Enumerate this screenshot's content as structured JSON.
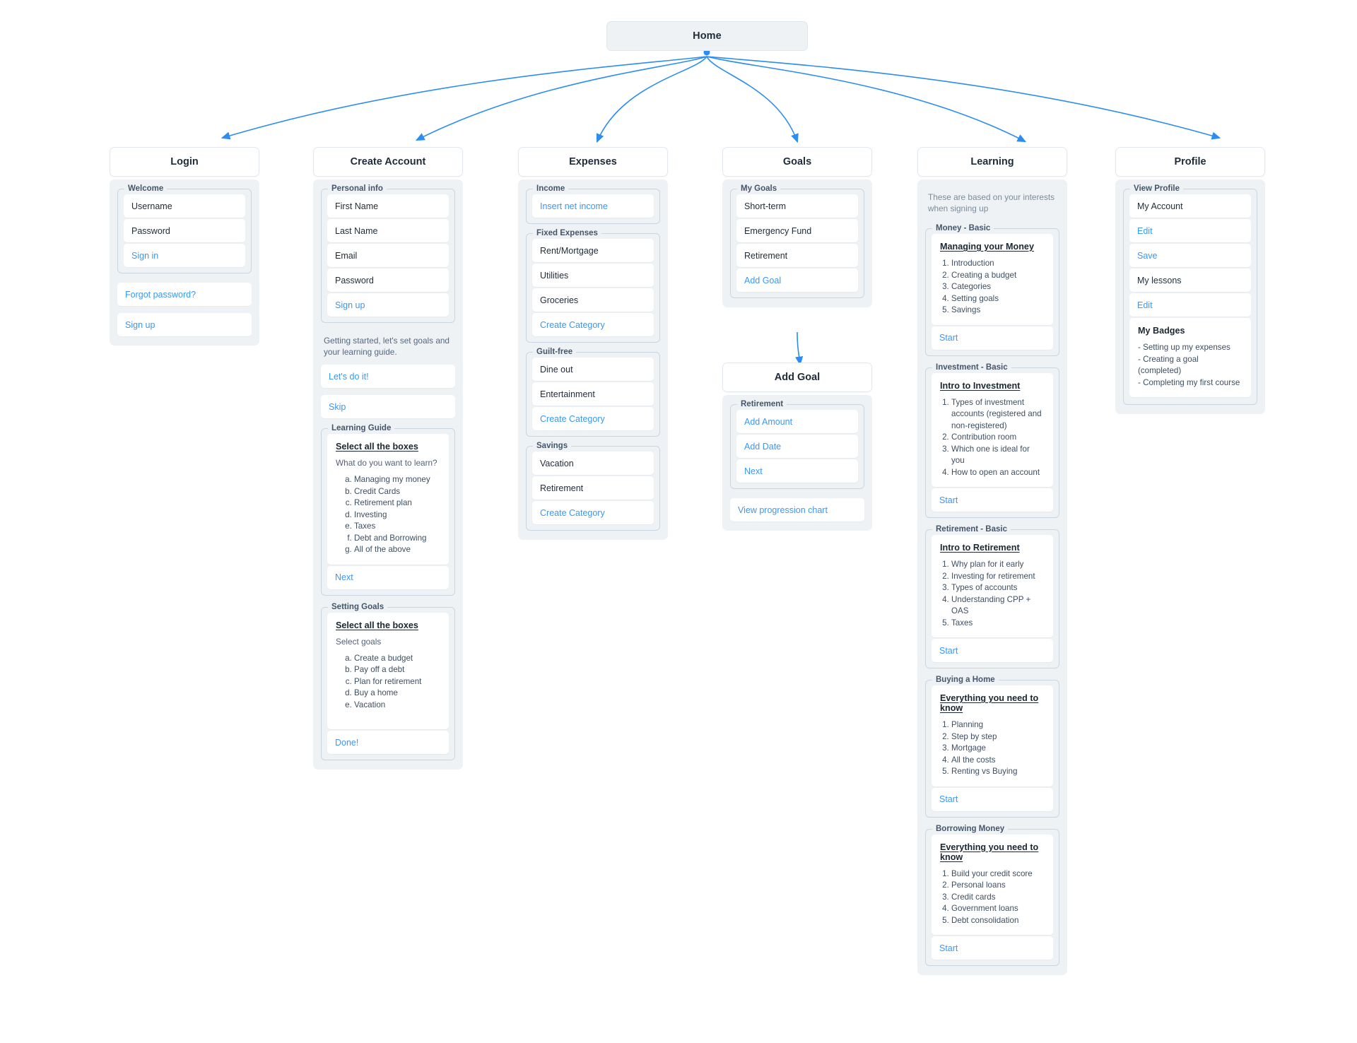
{
  "colors": {
    "link": "#3b97f3",
    "connector": "#2b8df0",
    "panel": "#eef2f5",
    "card": "#ffffff"
  },
  "root": {
    "label": "Home"
  },
  "screens": {
    "login": {
      "title": "Login",
      "welcome_legend": "Welcome",
      "rows": [
        "Username",
        "Password"
      ],
      "sign_in": "Sign in",
      "forgot_password": "Forgot password?",
      "sign_up": "Sign up"
    },
    "create_account": {
      "title": "Create Account",
      "personal_info_legend": "Personal info",
      "fields": [
        "First Name",
        "Last Name",
        "Email",
        "Password"
      ],
      "sign_up": "Sign up",
      "intro_note": "Getting started, let's set goals and your learning guide.",
      "lets_do_it": "Let's do it!",
      "skip": "Skip",
      "learning_guide": {
        "legend": "Learning Guide",
        "heading": "Select all the boxes",
        "question": "What do you want to learn?",
        "options": [
          "Managing my money",
          "Credit Cards",
          "Retirement plan",
          "Investing",
          "Taxes",
          "Debt and Borrowing",
          "All of the above"
        ],
        "next": "Next"
      },
      "setting_goals": {
        "legend": "Setting Goals",
        "heading": "Select all the boxes",
        "question": "Select goals",
        "options": [
          "Create a budget",
          "Pay off a debt",
          "Plan for retirement",
          "Buy a home",
          "Vacation"
        ],
        "done": "Done!"
      }
    },
    "expenses": {
      "title": "Expenses",
      "income": {
        "legend": "Income",
        "insert": "Insert net income"
      },
      "fixed": {
        "legend": "Fixed Expenses",
        "items": [
          "Rent/Mortgage",
          "Utilities",
          "Groceries"
        ],
        "create": "Create Category"
      },
      "guilt_free": {
        "legend": "Guilt-free",
        "items": [
          "Dine out",
          "Entertainment"
        ],
        "create": "Create Category"
      },
      "savings": {
        "legend": "Savings",
        "items": [
          "Vacation",
          "Retirement"
        ],
        "create": "Create Category"
      }
    },
    "goals": {
      "title": "Goals",
      "my_goals": {
        "legend": "My Goals",
        "items": [
          "Short-term",
          "Emergency Fund",
          "Retirement"
        ],
        "add": "Add Goal"
      }
    },
    "add_goal": {
      "title": "Add Goal",
      "retirement": {
        "legend": "Retirement",
        "add_amount": "Add Amount",
        "add_date": "Add Date",
        "next": "Next"
      },
      "view_chart": "View progression chart"
    },
    "learning": {
      "title": "Learning",
      "note": "These are based on your interests when signing up",
      "start_label": "Start",
      "modules": [
        {
          "legend": "Money - Basic",
          "heading": "Managing your Money",
          "items": [
            "Introduction",
            "Creating a budget",
            "Categories",
            "Setting goals",
            "Savings"
          ]
        },
        {
          "legend": "Investment - Basic",
          "heading": "Intro to Investment",
          "items": [
            "Types of investment accounts (registered and non-registered)",
            "Contribution room",
            "Which one is ideal for you",
            "How to open an account"
          ]
        },
        {
          "legend": "Retirement - Basic",
          "heading": "Intro to Retirement",
          "items": [
            "Why plan for it early",
            "Investing for retirement",
            "Types of accounts",
            "Understanding CPP + OAS",
            "Taxes"
          ]
        },
        {
          "legend": "Buying a Home",
          "heading": "Everything you need to know",
          "items": [
            "Planning",
            "Step by step",
            "Mortgage",
            "All the costs",
            "Renting vs Buying"
          ]
        },
        {
          "legend": "Borrowing Money",
          "heading": "Everything you need to know",
          "items": [
            "Build your credit score",
            "Personal loans",
            "Credit cards",
            "Government loans",
            "Debt consolidation"
          ]
        }
      ]
    },
    "profile": {
      "title": "Profile",
      "view_profile": {
        "legend": "View Profile",
        "my_account": "My Account",
        "edit_account": "Edit",
        "save": "Save",
        "my_lessons": "My lessons",
        "edit_lessons": "Edit",
        "badges_heading": "My Badges",
        "badges": [
          "Setting up my expenses",
          "Creating a goal (completed)",
          "Completing my first course"
        ]
      }
    }
  }
}
